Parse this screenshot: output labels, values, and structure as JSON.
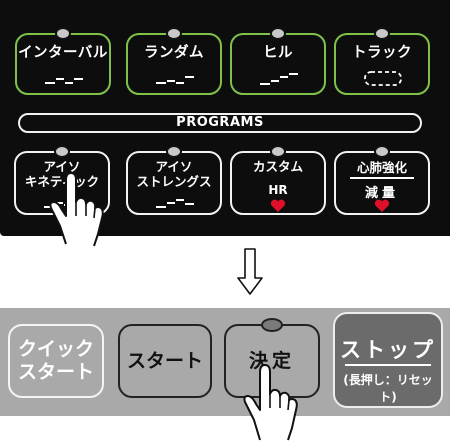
{
  "programs": {
    "row1": [
      {
        "label": "インターバル",
        "border": "#7ec24a",
        "profile": "interval"
      },
      {
        "label": "ランダム",
        "border": "#7ec24a",
        "profile": "random"
      },
      {
        "label": "ヒル",
        "border": "#7ec24a",
        "profile": "hill"
      },
      {
        "label": "トラック",
        "border": "#7ec24a",
        "profile": "track"
      }
    ],
    "bar_label": "PROGRAMS",
    "row2": [
      {
        "line1": "アイソ",
        "line2": "キネティック",
        "border": "#f2f2f2"
      },
      {
        "line1": "アイソ",
        "line2": "ストレングス",
        "border": "#f2f2f2"
      },
      {
        "line1": "カスタム",
        "line2": "HR",
        "border": "#f2f2f2",
        "icon": "heart-icon"
      },
      {
        "line1": "心肺強化",
        "line2": "減量",
        "border": "#f2f2f2",
        "icon": "heart-icon"
      }
    ]
  },
  "arrow_icon": "down-arrow-icon",
  "controls": {
    "quick_start": {
      "line1": "クイック",
      "line2": "スタート"
    },
    "start": "スタート",
    "decide": "決定",
    "stop": {
      "main": "ストップ",
      "sub": "(長押し：リセット)"
    }
  },
  "colors": {
    "accent_green": "#7ec24a",
    "heart": "#e0102a",
    "panel_dark": "#0d0d0d",
    "panel_gray": "#a9a9a9",
    "stop_button": "#6b6b6b"
  }
}
